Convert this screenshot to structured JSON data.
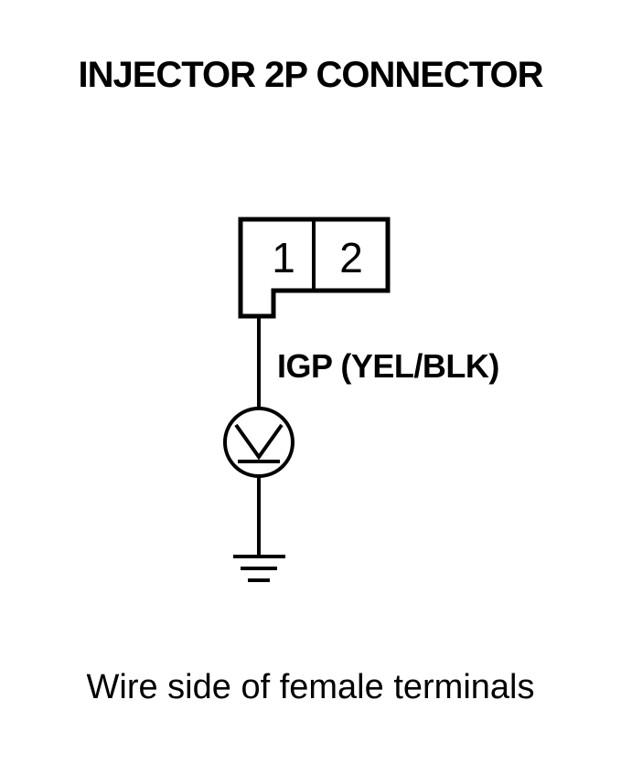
{
  "diagram": {
    "title": "INJECTOR 2P CONNECTOR",
    "connector": {
      "terminals": [
        "1",
        "2"
      ]
    },
    "wire_label": "IGP (YEL/BLK)",
    "meter_icon": "voltmeter-icon",
    "ground_icon": "ground-icon",
    "caption": "Wire side of female terminals",
    "line_color": "#000000",
    "background_color": "#ffffff"
  }
}
